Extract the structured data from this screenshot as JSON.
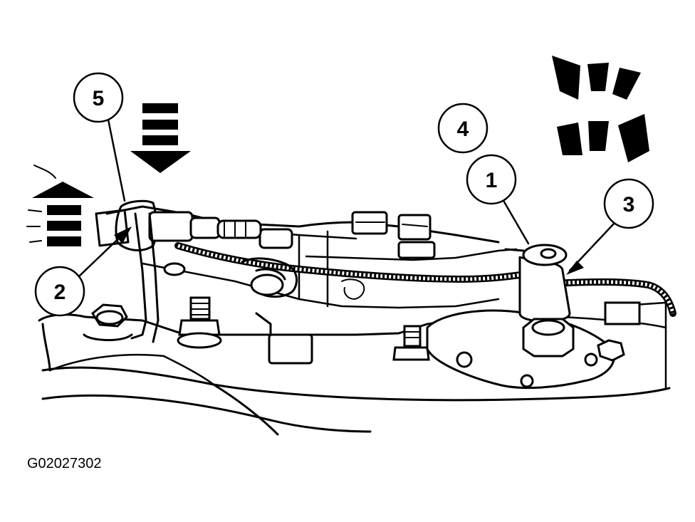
{
  "figure": {
    "figure_id": "G02027302",
    "callouts": [
      "1",
      "2",
      "3",
      "4",
      "5"
    ],
    "ink_color": "#000000",
    "background_color": "#ffffff"
  }
}
